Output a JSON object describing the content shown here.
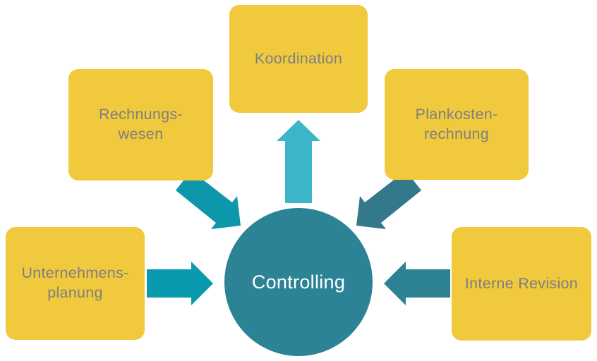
{
  "diagram": {
    "type": "hub-and-spoke",
    "background_color": "#ffffff",
    "node_color": "#F0C93C",
    "node_text_color": "#7E7F83",
    "center": {
      "id": "controlling",
      "label": "Controlling",
      "shape": "circle",
      "color": "#2C8396",
      "text_color": "#ffffff"
    },
    "nodes": [
      {
        "id": "koordination",
        "label": "Koordination",
        "position": "top"
      },
      {
        "id": "rechnungswesen",
        "label": "Rechnungs-\nwesen",
        "position": "upper-left"
      },
      {
        "id": "plankostenrechnung",
        "label": "Plankosten-\nrechnung",
        "position": "upper-right"
      },
      {
        "id": "unternehmensplanung",
        "label": "Unternehmens-\nplanung",
        "position": "left"
      },
      {
        "id": "interne-revision",
        "label": "Interne Revision",
        "position": "right"
      }
    ],
    "arrows": [
      {
        "id": "arrow-top",
        "from": "controlling",
        "to": "koordination",
        "direction": "up",
        "color": "#3CB5C9"
      },
      {
        "id": "arrow-upper-left",
        "from": "rechnungswesen",
        "to": "controlling",
        "direction": "down-right",
        "color": "#0E96AA"
      },
      {
        "id": "arrow-upper-right",
        "from": "plankostenrechnung",
        "to": "controlling",
        "direction": "down-left",
        "color": "#34798B"
      },
      {
        "id": "arrow-left",
        "from": "unternehmensplanung",
        "to": "controlling",
        "direction": "right",
        "color": "#0A9AAF"
      },
      {
        "id": "arrow-right",
        "from": "interne-revision",
        "to": "controlling",
        "direction": "left",
        "color": "#2C8192"
      }
    ]
  }
}
